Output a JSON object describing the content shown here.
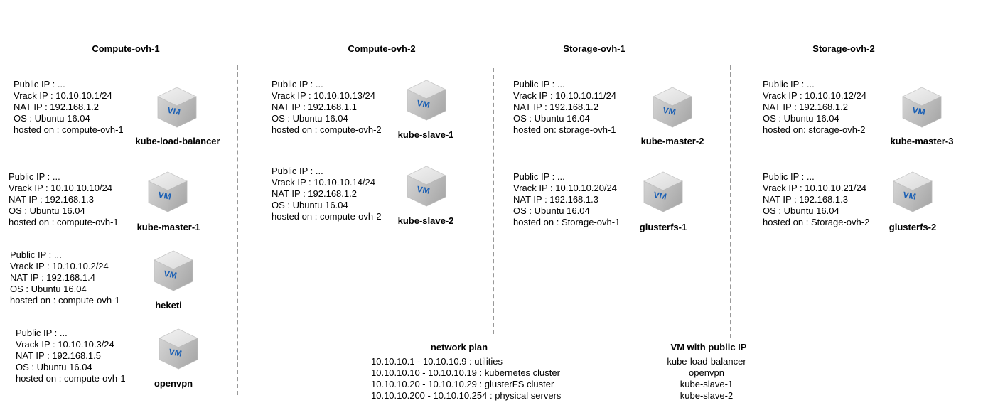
{
  "columns": [
    {
      "title": "Compute-ovh-1"
    },
    {
      "title": "Compute-ovh-2"
    },
    {
      "title": "Storage-ovh-1"
    },
    {
      "title": "Storage-ovh-2"
    }
  ],
  "vms": [
    {
      "name": "kube-load-balancer",
      "public_ip": "Public IP : ...",
      "vrack_ip": "Vrack IP : 10.10.10.1/24",
      "nat_ip": "NAT IP : 192.168.1.2",
      "os": "OS : Ubuntu 16.04",
      "hosted": "hosted on : compute-ovh-1"
    },
    {
      "name": "kube-master-1",
      "public_ip": "Public IP : ...",
      "vrack_ip": "Vrack IP : 10.10.10.10/24",
      "nat_ip": "NAT IP : 192.168.1.3",
      "os": "OS : Ubuntu 16.04",
      "hosted": "hosted on : compute-ovh-1"
    },
    {
      "name": "heketi",
      "public_ip": "Public IP : ...",
      "vrack_ip": "Vrack IP : 10.10.10.2/24",
      "nat_ip": "NAT IP : 192.168.1.4",
      "os": "OS : Ubuntu 16.04",
      "hosted": "hosted on : compute-ovh-1"
    },
    {
      "name": "openvpn",
      "public_ip": "Public IP : ...",
      "vrack_ip": "Vrack IP : 10.10.10.3/24",
      "nat_ip": "NAT IP : 192.168.1.5",
      "os": "OS : Ubuntu 16.04",
      "hosted": "hosted on : compute-ovh-1"
    },
    {
      "name": "kube-slave-1",
      "public_ip": "Public IP : ...",
      "vrack_ip": "Vrack IP : 10.10.10.13/24",
      "nat_ip": "NAT IP : 192.168.1.1",
      "os": "OS : Ubuntu 16.04",
      "hosted": "hosted on : compute-ovh-2"
    },
    {
      "name": "kube-slave-2",
      "public_ip": "Public IP : ...",
      "vrack_ip": "Vrack IP : 10.10.10.14/24",
      "nat_ip": "NAT IP : 192.168.1.2",
      "os": "OS : Ubuntu 16.04",
      "hosted": "hosted on : compute-ovh-2"
    },
    {
      "name": "kube-master-2",
      "public_ip": "Public IP : ...",
      "vrack_ip": "Vrack IP : 10.10.10.11/24",
      "nat_ip": "NAT IP : 192.168.1.2",
      "os": "OS : Ubuntu 16.04",
      "hosted": "hosted  on: storage-ovh-1"
    },
    {
      "name": "glusterfs-1",
      "public_ip": "Public IP : ...",
      "vrack_ip": "Vrack IP : 10.10.10.20/24",
      "nat_ip": "NAT IP : 192.168.1.3",
      "os": "OS : Ubuntu 16.04",
      "hosted": "hosted on : Storage-ovh-1"
    },
    {
      "name": "kube-master-3",
      "public_ip": "Public IP : ...",
      "vrack_ip": "Vrack IP : 10.10.10.12/24",
      "nat_ip": "NAT IP : 192.168.1.2",
      "os": "OS : Ubuntu 16.04",
      "hosted": "hosted  on: storage-ovh-2"
    },
    {
      "name": "glusterfs-2",
      "public_ip": "Public IP : ...",
      "vrack_ip": "Vrack IP : 10.10.10.21/24",
      "nat_ip": "NAT IP : 192.168.1.3",
      "os": "OS : Ubuntu 16.04",
      "hosted": "hosted on : Storage-ovh-2"
    }
  ],
  "vm_icon": {
    "name": "vm-cube-icon",
    "label": "VM",
    "label_color": "#1a5fb4"
  },
  "network_plan": {
    "title": "network plan",
    "ranges": [
      "10.10.10.1 - 10.10.10.9 : utilities",
      "10.10.10.10 - 10.10.10.19 : kubernetes cluster",
      "10.10.10.20 - 10.10.10.29 : glusterFS cluster",
      "10.10.10.200 - 10.10.10.254 : physical servers"
    ]
  },
  "public_vms": {
    "title": "VM with public IP",
    "items": [
      "kube-load-balancer",
      "openvpn",
      "kube-slave-1",
      "kube-slave-2"
    ]
  }
}
